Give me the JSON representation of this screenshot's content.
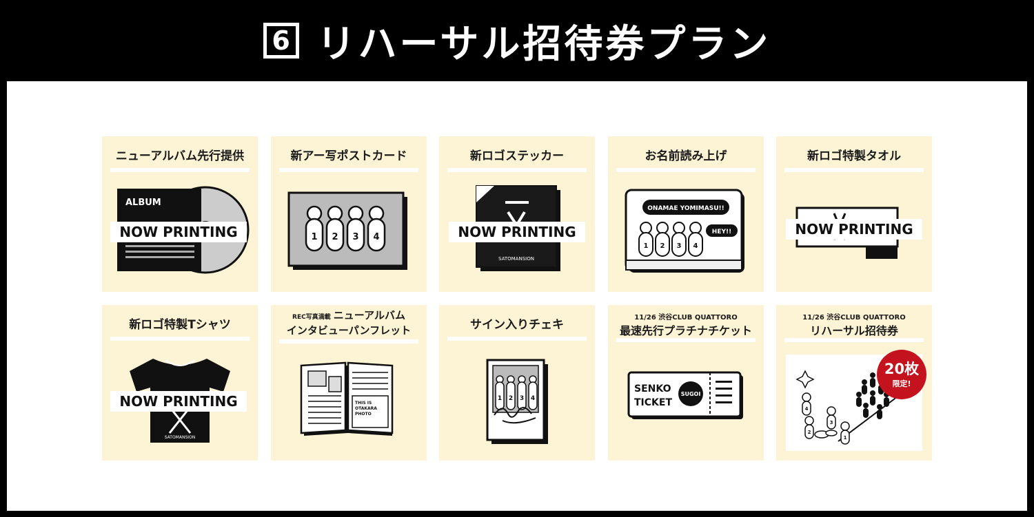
{
  "header": {
    "number": "6",
    "title": "リハーサル招待券プラン"
  },
  "now_printing": "NOW PRINTING",
  "cards": [
    {
      "label": "ニューアルバム先行提供",
      "album_text": "ALBUM"
    },
    {
      "label": "新アー写ポストカード",
      "numbers": [
        "1",
        "2",
        "3",
        "4"
      ]
    },
    {
      "label": "新ロゴステッカー",
      "brand": "SATOMANSION"
    },
    {
      "label": "お名前読み上げ",
      "bubble_text": "ONAMAE YOMIMASU!!",
      "hey_text": "HEY!!",
      "numbers": [
        "1",
        "2",
        "3",
        "4"
      ]
    },
    {
      "label": "新ロゴ特製タオル"
    },
    {
      "label": "新ロゴ特製Tシャツ",
      "brand": "SATOMANSION"
    },
    {
      "label_prefix": "REC写真満載",
      "label_line1": "ニューアルバム",
      "label_line2": "インタビューパンフレット",
      "page_text": [
        "THIS IS",
        "OTAKARA",
        "PHOTO"
      ]
    },
    {
      "label": "サイン入りチェキ",
      "numbers": [
        "1",
        "2",
        "3",
        "4"
      ]
    },
    {
      "label_small": "11/26 渋谷CLUB QUATTORO",
      "label": "最速先行プラチナチケット",
      "ticket_line1": "SENKO",
      "ticket_line2": "TICKET",
      "ticket_circle": "SUGOI"
    },
    {
      "label_small": "11/26 渋谷CLUB QUATTORO",
      "label": "リハーサル招待券",
      "badge_main": "20枚",
      "badge_sub": "限定!",
      "numbers": [
        "1",
        "2",
        "3",
        "4"
      ]
    }
  ],
  "colors": {
    "background": "#000000",
    "panel": "#ffffff",
    "card": "#fdf3d5",
    "badge": "#c4121f"
  }
}
